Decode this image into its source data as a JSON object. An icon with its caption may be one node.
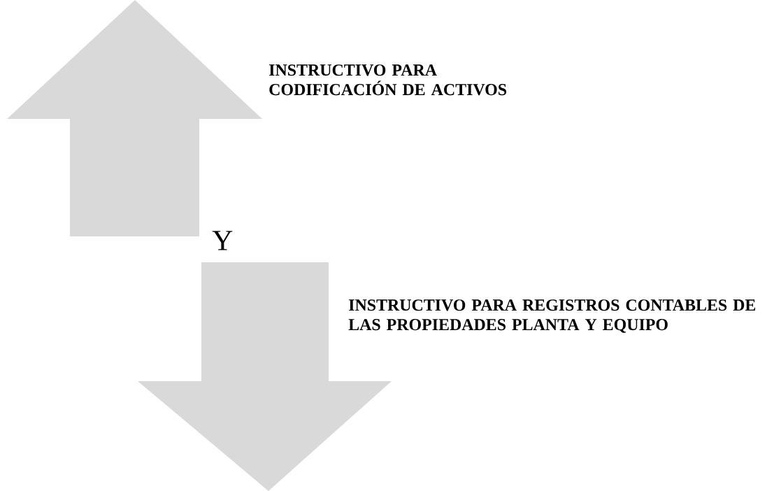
{
  "diagram": {
    "labels": [
      "INSTRUCTIVO PARA CODIFICACIÓN DE ACTIVOS",
      "Y",
      "INSTRUCTIVO PARA REGISTROS CONTABLES DE LAS PROPIEDADES PLANTA Y EQUIPO"
    ]
  }
}
